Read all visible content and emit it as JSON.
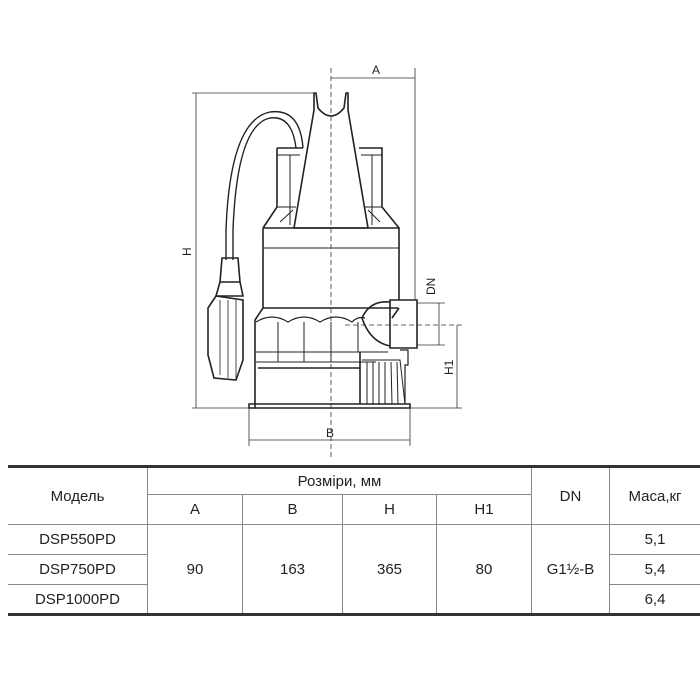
{
  "drawing": {
    "title": "Pump dimension drawing",
    "labels": {
      "A": "A",
      "B": "B",
      "H": "H",
      "H1": "H1",
      "DN": "DN"
    }
  },
  "table": {
    "headers": {
      "model": "Модель",
      "dimensions": "Розміри, мм",
      "A": "A",
      "B": "B",
      "H": "H",
      "H1": "H1",
      "DN": "DN",
      "mass": "Маса,кг"
    },
    "shared": {
      "A": "90",
      "B": "163",
      "H": "365",
      "H1": "80",
      "DN": "G1½-B"
    },
    "rows": [
      {
        "model": "DSP550PD",
        "mass": "5,1"
      },
      {
        "model": "DSP750PD",
        "mass": "5,4"
      },
      {
        "model": "DSP1000PD",
        "mass": "6,4"
      }
    ]
  }
}
